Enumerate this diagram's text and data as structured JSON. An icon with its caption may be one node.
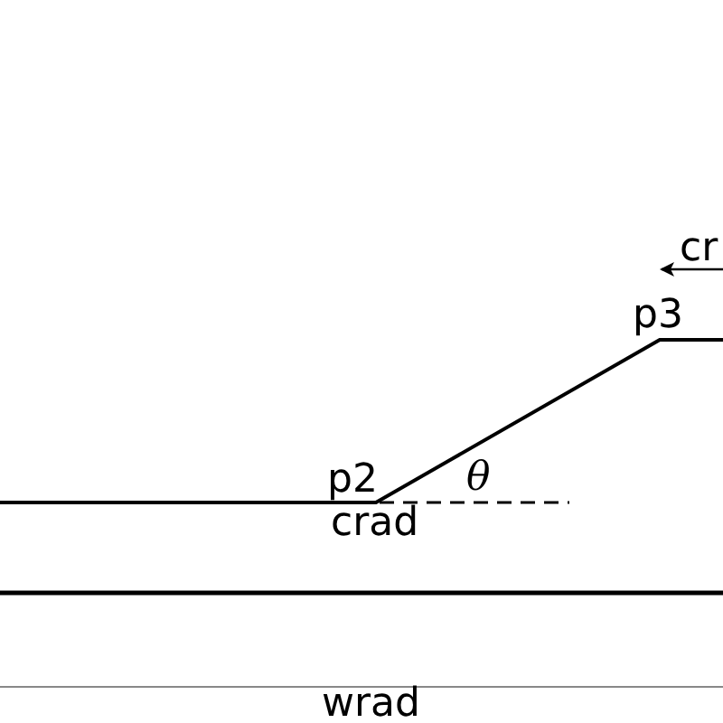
{
  "diagram": {
    "labels": [
      "cr",
      "p3",
      "p2",
      "θ",
      "crad",
      "wrad"
    ]
  }
}
